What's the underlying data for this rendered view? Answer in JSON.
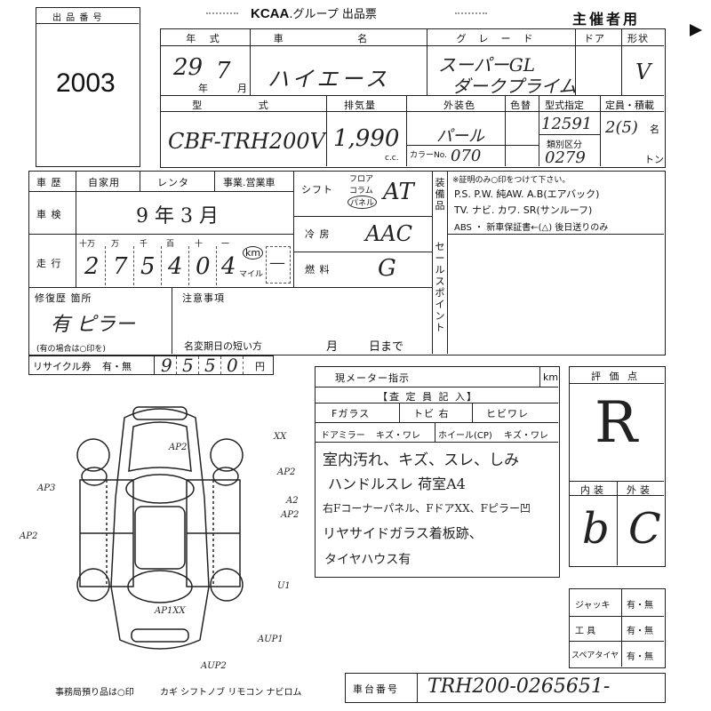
{
  "header": {
    "lot_label": "出 品 番 号",
    "lot_number": "2003",
    "brand": "KCAA",
    "group_text": ".グループ 出品票",
    "organizer": "主催者用"
  },
  "vehicle": {
    "year_label": "年 式",
    "car_name_label": "車 名",
    "grade_label": "グレード",
    "door_label": "ドア",
    "shape_label": "形状",
    "year_value": "29",
    "year_unit": "年",
    "month_value": "7",
    "month_unit": "月",
    "car_name": "ハイエース",
    "grade_line1": "スーパーGL",
    "grade_line2": "ダークプライム",
    "shape_value": "V",
    "model_label": "型 式",
    "model_value": "CBF-TRH200V",
    "displacement_label": "排気量",
    "displacement_value": "1,990",
    "cc_unit": "c.c.",
    "exterior_color_label": "外装色",
    "color_change_label": "色替",
    "color_value": "パール",
    "color_no_label": "カラーNo.",
    "color_no_value": "070",
    "type_designation_label": "型式指定",
    "type_designation_value": "12591",
    "class_label": "類別区分",
    "class_value": "0279",
    "capacity_label": "定員・積載",
    "capacity_value": "2(5)",
    "capacity_unit": "名",
    "load_unit": "トン"
  },
  "history": {
    "history_label": "車 歴",
    "private_label": "自家用",
    "rental_label": "レンタ",
    "business_label": "事業.営業車",
    "inspection_label": "車 検",
    "inspection_value": "9 年 3 月",
    "mileage_label": "走 行",
    "digit_units": [
      "十万",
      "万",
      "千",
      "百",
      "十",
      "一"
    ],
    "mileage_digits": [
      "2",
      "7",
      "5",
      "4",
      "0",
      "4"
    ],
    "km_label": "km",
    "mile_label": "マイル",
    "mile_value": "—",
    "shift_label": "シフト",
    "shift_options": [
      "フロア",
      "コラム",
      "パネル"
    ],
    "shift_value": "AT",
    "ac_label": "冷 房",
    "ac_value": "AAC",
    "fuel_label": "燃 料",
    "fuel_value": "G"
  },
  "equipment": {
    "label": "装備品",
    "note": "※証明のみ○印をつけて下さい。",
    "line1": "P.S. P.W. 純AW. A.B(エアバック)",
    "line2": "TV. ナビ. カワ. SR(サンルーフ)",
    "line3": "ABS ・ 新車保証書←(△) 後日送りのみ",
    "sales_point_label": "セールスポイント"
  },
  "repair": {
    "label": "修復歴 箇所",
    "value": "有 ピラー",
    "note": "(有の場合は○印を)",
    "remarks_label": "注意事項",
    "short_date_label": "名変期日の短い方",
    "month_unit": "月",
    "day_unit": "日まで"
  },
  "recycle": {
    "label": "リサイクル券",
    "options": "有・無",
    "digits": [
      "9",
      "5",
      "5",
      "0"
    ],
    "yen": "円"
  },
  "meter": {
    "label": "現メーター指示",
    "unit": "km"
  },
  "inspector": {
    "header": "【査 定 員 記 入】",
    "f_glass_label": "Fガラス",
    "f_glass_opts": "トビ 右",
    "crack_label": "ヒビワレ",
    "mirror_label": "ドアミラー",
    "mirror_opts": "キズ・ワレ",
    "wheel_label": "ホイール(CP)",
    "wheel_opts": "キズ・ワレ",
    "notes": [
      "室内汚れ、キズ、スレ、しみ",
      "ハンドルスレ 荷室A4",
      "右Fコーナーパネル、FドアXX、Fピラー凹",
      "リヤサイドガラス着板跡、",
      "タイヤハウス有"
    ]
  },
  "rating": {
    "score_label": "評 価 点",
    "score_value": "R",
    "interior_label": "内装",
    "exterior_label": "外装",
    "interior_value": "b",
    "exterior_value": "C"
  },
  "items": {
    "jack_label": "ジャッキ",
    "tools_label": "工 具",
    "spare_label": "スペアタイヤ",
    "jack_opts": "有・無",
    "tools_opts": "有・無",
    "spare_opts": "有・無"
  },
  "footer": {
    "office_note": "事務局預り品は○印",
    "keys_note": "カギ シフトノブ リモコン ナビロム",
    "chassis_label": "車台番号",
    "chassis_value": "TRH200-0265651-"
  },
  "diagram_marks": [
    "AP2",
    "XX",
    "AP3",
    "AP2",
    "AP2",
    "A2",
    "AP2",
    "U1",
    "AP1XX",
    "AUP1",
    "AUP2"
  ]
}
